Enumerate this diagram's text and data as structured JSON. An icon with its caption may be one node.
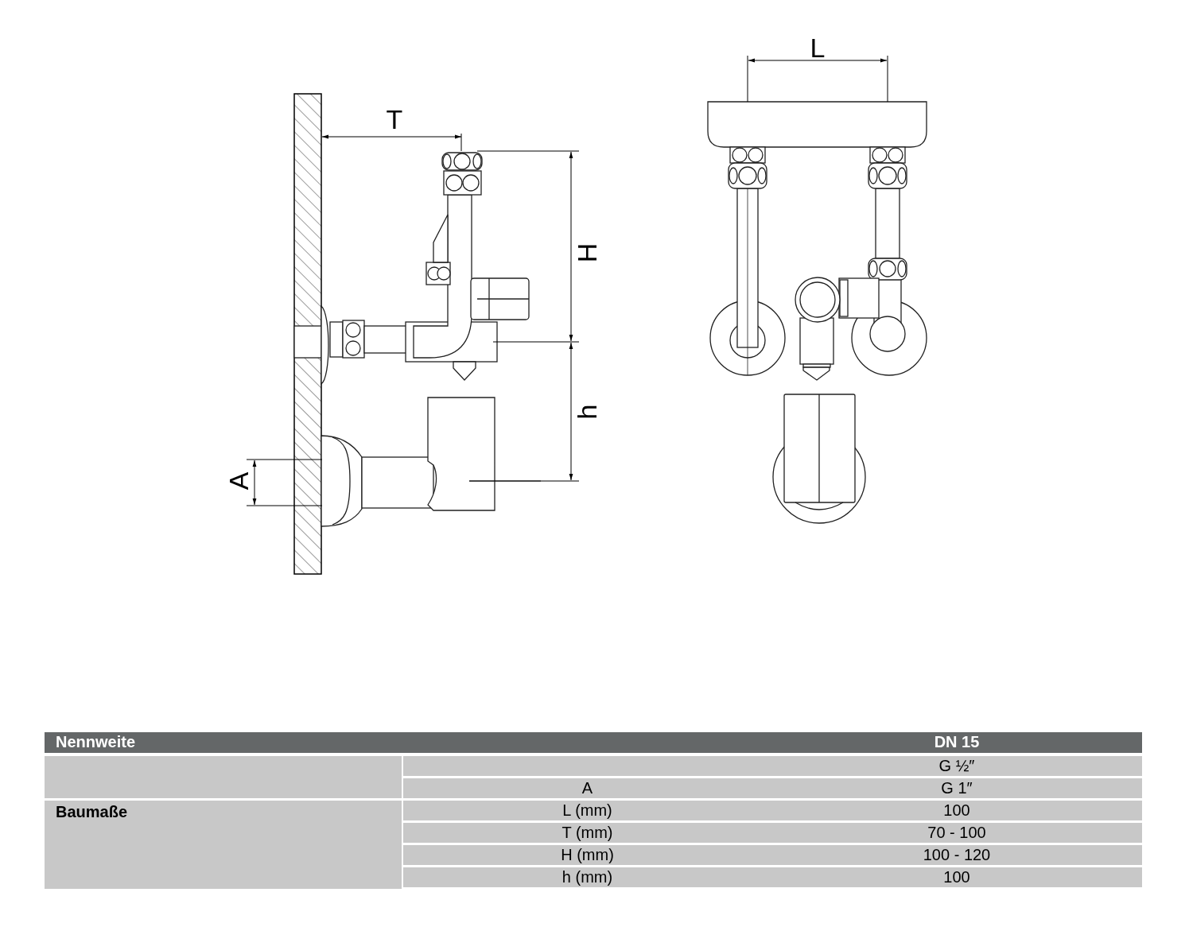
{
  "diagram": {
    "labels": [
      "T",
      "H",
      "h",
      "A",
      "L",
      "Nennweite",
      "DN 15",
      "G ½″",
      "A",
      "G 1″",
      "Baumaße",
      "L (mm)",
      "100",
      "T (mm)",
      "70 - 100",
      "H (mm)",
      "100 - 120",
      "h (mm)",
      "100"
    ]
  }
}
